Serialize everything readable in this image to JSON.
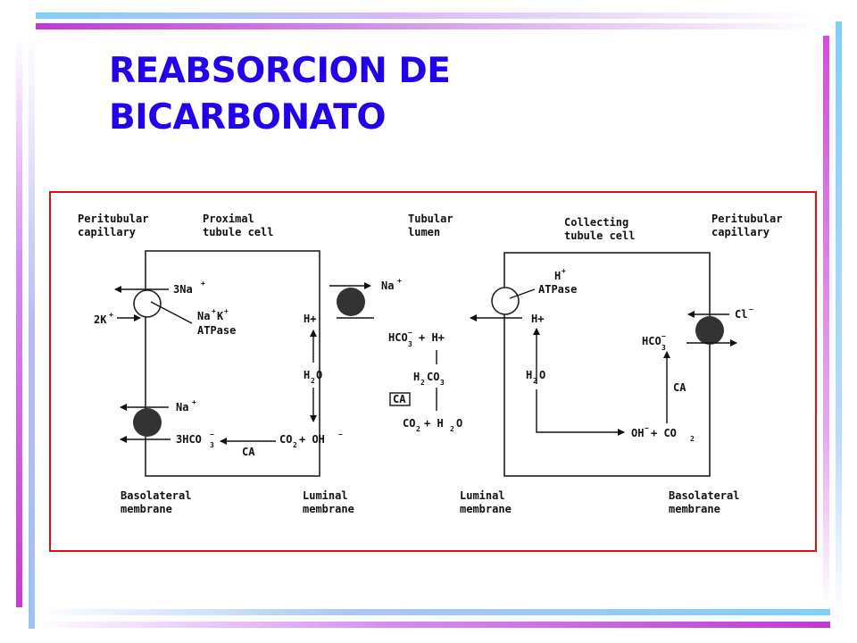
{
  "title": {
    "line1": "REABSORCION DE",
    "line2": "BICARBONATO"
  },
  "colors": {
    "title": "#2200ee",
    "frame_border": "#e01010"
  },
  "diagram": {
    "proximal": {
      "peritubular_1": "Peritubular",
      "peritubular_2": "capillary",
      "cell_1": "Proximal",
      "cell_2": "tubule cell",
      "na3": "3Na",
      "plus": "+",
      "k2": "2K",
      "atpase_1": "Na",
      "atpase_2": "K",
      "atpase_3": "ATPase",
      "na_lum": "Na",
      "h_lum": "H+",
      "h2o": "H",
      "h2o_o": "O",
      "two": "2",
      "na_baso": "Na",
      "hco3_3": "3HCO",
      "three": "3",
      "minus": "−",
      "ca": "CA",
      "co2": "CO",
      "ohm": "+ OH",
      "baso_1": "Basolateral",
      "baso_2": "membrane",
      "lum_1": "Luminal",
      "lum_2": "membrane"
    },
    "lumen": {
      "label_1": "Tubular",
      "label_2": "lumen",
      "hco3": "HCO",
      "plus_h": "+ H+",
      "h2co3_h": "H",
      "h2co3_co": "CO",
      "ca": "CA",
      "co2": "CO",
      "plus_h2o": "+ H",
      "o": "O"
    },
    "collecting": {
      "cell_1": "Collecting",
      "cell_2": "tubule cell",
      "peritubular_1": "Peritubular",
      "peritubular_2": "capillary",
      "h_pump": "H",
      "atpase": "ATPase",
      "h_lum": "H+",
      "cl": "Cl",
      "hco3": "HCO",
      "h2o": "H",
      "o": "O",
      "ca": "CA",
      "oh": "OH",
      "plus_co": "+ CO",
      "lum_1": "Luminal",
      "lum_2": "membrane",
      "baso_1": "Basolateral",
      "baso_2": "membrane"
    }
  }
}
